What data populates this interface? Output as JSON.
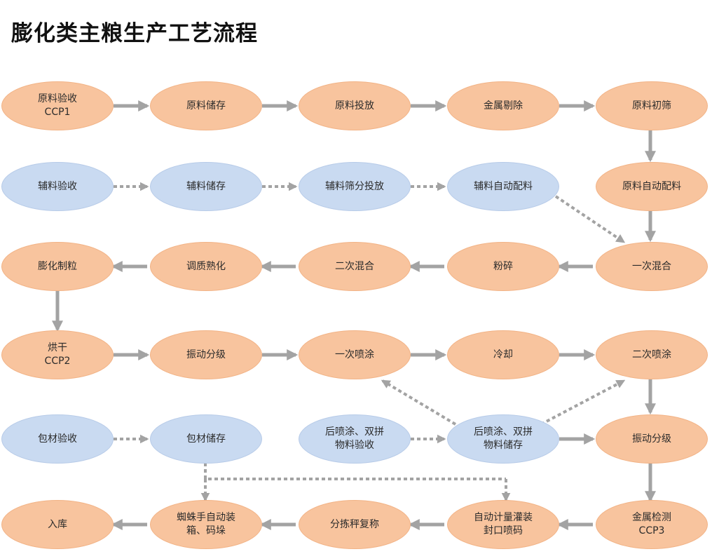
{
  "title": "膨化类主粮生产工艺流程",
  "colors": {
    "main_node": "#f8c49e",
    "aux_node": "#c9daf1",
    "arrow": "#a3a3a3"
  },
  "nodes": {
    "n1": {
      "l1": "原料验收",
      "l2": "CCP1"
    },
    "n2": {
      "l1": "原料储存"
    },
    "n3": {
      "l1": "原料投放"
    },
    "n4": {
      "l1": "金属剔除"
    },
    "n5": {
      "l1": "原料初筛"
    },
    "a1": {
      "l1": "辅料验收"
    },
    "a2": {
      "l1": "辅料储存"
    },
    "a3": {
      "l1": "辅料筛分投放"
    },
    "a4": {
      "l1": "辅料自动配料"
    },
    "n6": {
      "l1": "原料自动配料"
    },
    "r3c1": {
      "l1": "膨化制粒"
    },
    "r3c2": {
      "l1": "调质熟化"
    },
    "r3c3": {
      "l1": "二次混合"
    },
    "r3c4": {
      "l1": "粉碎"
    },
    "r3c5": {
      "l1": "一次混合"
    },
    "r4c1": {
      "l1": "烘干",
      "l2": "CCP2"
    },
    "r4c2": {
      "l1": "振动分级"
    },
    "r4c3": {
      "l1": "一次喷涂"
    },
    "r4c4": {
      "l1": "冷却"
    },
    "r4c5": {
      "l1": "二次喷涂"
    },
    "p1": {
      "l1": "包材验收"
    },
    "p2": {
      "l1": "包材储存"
    },
    "p3": {
      "l1": "后喷涂、双拼",
      "l2": "物料验收"
    },
    "p4": {
      "l1": "后喷涂、双拼",
      "l2": "物料储存"
    },
    "r5c5": {
      "l1": "振动分级"
    },
    "r6c1": {
      "l1": "入库"
    },
    "r6c2": {
      "l1": "蜘蛛手自动装",
      "l2": "箱、码垛"
    },
    "r6c3": {
      "l1": "分拣秤复称"
    },
    "r6c4": {
      "l1": "自动计量灌装",
      "l2": "封口喷码"
    },
    "r6c5": {
      "l1": "金属检测",
      "l2": "CCP3"
    }
  }
}
